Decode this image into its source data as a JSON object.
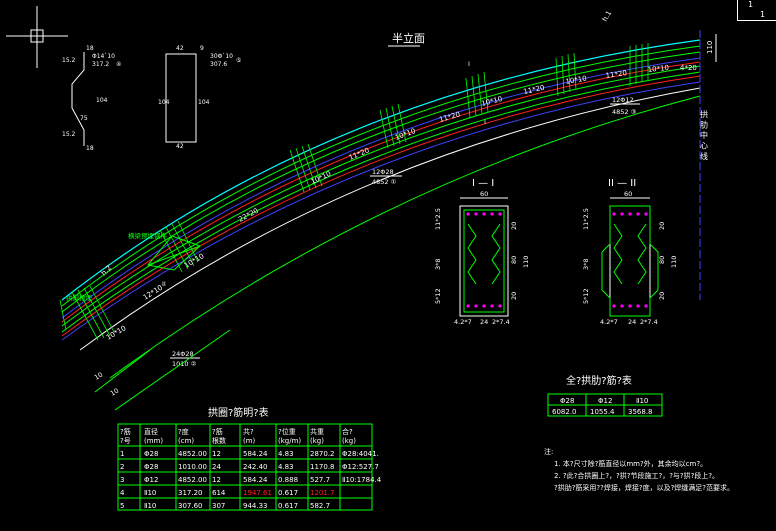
{
  "viewport_badge": {
    "top": "1",
    "bottom": "1"
  },
  "elevation_title": "半立面",
  "arch_center_label": "拱 肋 中 心 线",
  "dim_110": "110",
  "labels": {
    "seg1": "10*10",
    "seg2": "12*10",
    "seg3": "22*20",
    "seg4": "10*10",
    "seg5": "11*20",
    "seg6": "10*10",
    "seg7": "11*20",
    "seg8": "10*10",
    "seg9": "11*20",
    "seg10": "10*10",
    "seg11": "4*20",
    "rebar1": "12Φ28",
    "rebar1b": "4852 ①",
    "rebar3": "12Φ12",
    "rebar3b": "4852 ③",
    "rebar2": "24Φ28",
    "rebar2b": "1010 ②",
    "left_label": "拱脚预埋",
    "brace_label": "横梁预埋钢件",
    "sec_mark_I": "I",
    "sec_mark_II": "II",
    "bottom_dim_a": "10",
    "bottom_dim_b": "10",
    "h1": "h.1",
    "h2": "h.2"
  },
  "detail_shapes": {
    "d1_dims": [
      "18",
      "Φ14`10",
      "317.2",
      "15.2",
      "104",
      "15.2",
      "75",
      "18"
    ],
    "d1_label": "④",
    "d2_dims": [
      "42",
      "9",
      "30Φ`10",
      "307.6",
      "104",
      "104",
      "42"
    ],
    "d2_label": "⑤"
  },
  "section_I": {
    "title": "I — I",
    "top": "60",
    "side_dims": [
      "11*2.5",
      "20",
      "80",
      "110",
      "20",
      "3*8",
      "5*12",
      "20"
    ],
    "bottom": [
      "4.2*7",
      "24",
      "2*7.4"
    ]
  },
  "section_II": {
    "title": "II — II",
    "top": "60",
    "side_dims": [
      "11*2.5",
      "20",
      "80",
      "110",
      "20",
      "3*8",
      "5*12",
      "20"
    ],
    "bottom": [
      "4.2*7",
      "24",
      "2*7.4"
    ]
  },
  "table1": {
    "title": "拱圈?筋明?表",
    "headers": [
      "?筋\n?号",
      "直径\n(mm)",
      "?度\n(cm)",
      "?筋\n根数",
      "共?\n(m)",
      "?位重\n(kg/m)",
      "共重\n(kg)",
      "合?\n(kg)"
    ],
    "rows": [
      [
        "1",
        "Φ28",
        "4852.00",
        "12",
        "584.24",
        "4.83",
        "2870.2",
        "Φ28:4041."
      ],
      [
        "2",
        "Φ28",
        "1010.00",
        "24",
        "242.40",
        "4.83",
        "1170.8",
        "Φ12:527.7"
      ],
      [
        "3",
        "Φ12",
        "4852.00",
        "12",
        "584.24",
        "0.888",
        "527.7",
        "Ⅱ10:1784.4"
      ],
      [
        "4",
        "Ⅱ10",
        "317.20",
        "614",
        "1947.61",
        "0.617",
        "1201.7",
        ""
      ],
      [
        "5",
        "Ⅱ10",
        "307.60",
        "307",
        "944.33",
        "0.617",
        "582.7",
        ""
      ]
    ],
    "highlight": [
      "1947.61",
      "1201.7"
    ]
  },
  "table2": {
    "title": "全?拱肋?筋?表",
    "headers": [
      "Φ28",
      "Φ12",
      "Ⅱ10"
    ],
    "values": [
      "6082.0",
      "1055.4",
      "3568.8"
    ]
  },
  "notes": {
    "title": "注:",
    "lines": [
      "1. 本?尺寸除?筋直径以mm?外，其余均以cm?。",
      "2. ?此?合拱圈上?，?拱?节段施工?，?与?拱?段上?。",
      "?拱肋?筋采用??焊接，焊接?度，以及?焊缝满足?范要求。"
    ]
  },
  "colors": {
    "bg": "#000000",
    "green": "#00ff00",
    "cyan": "#00ffff",
    "blue": "#4040ff",
    "red": "#ff2020",
    "white": "#ffffff",
    "magenta": "#ff00ff",
    "yellow": "#ffff00"
  }
}
